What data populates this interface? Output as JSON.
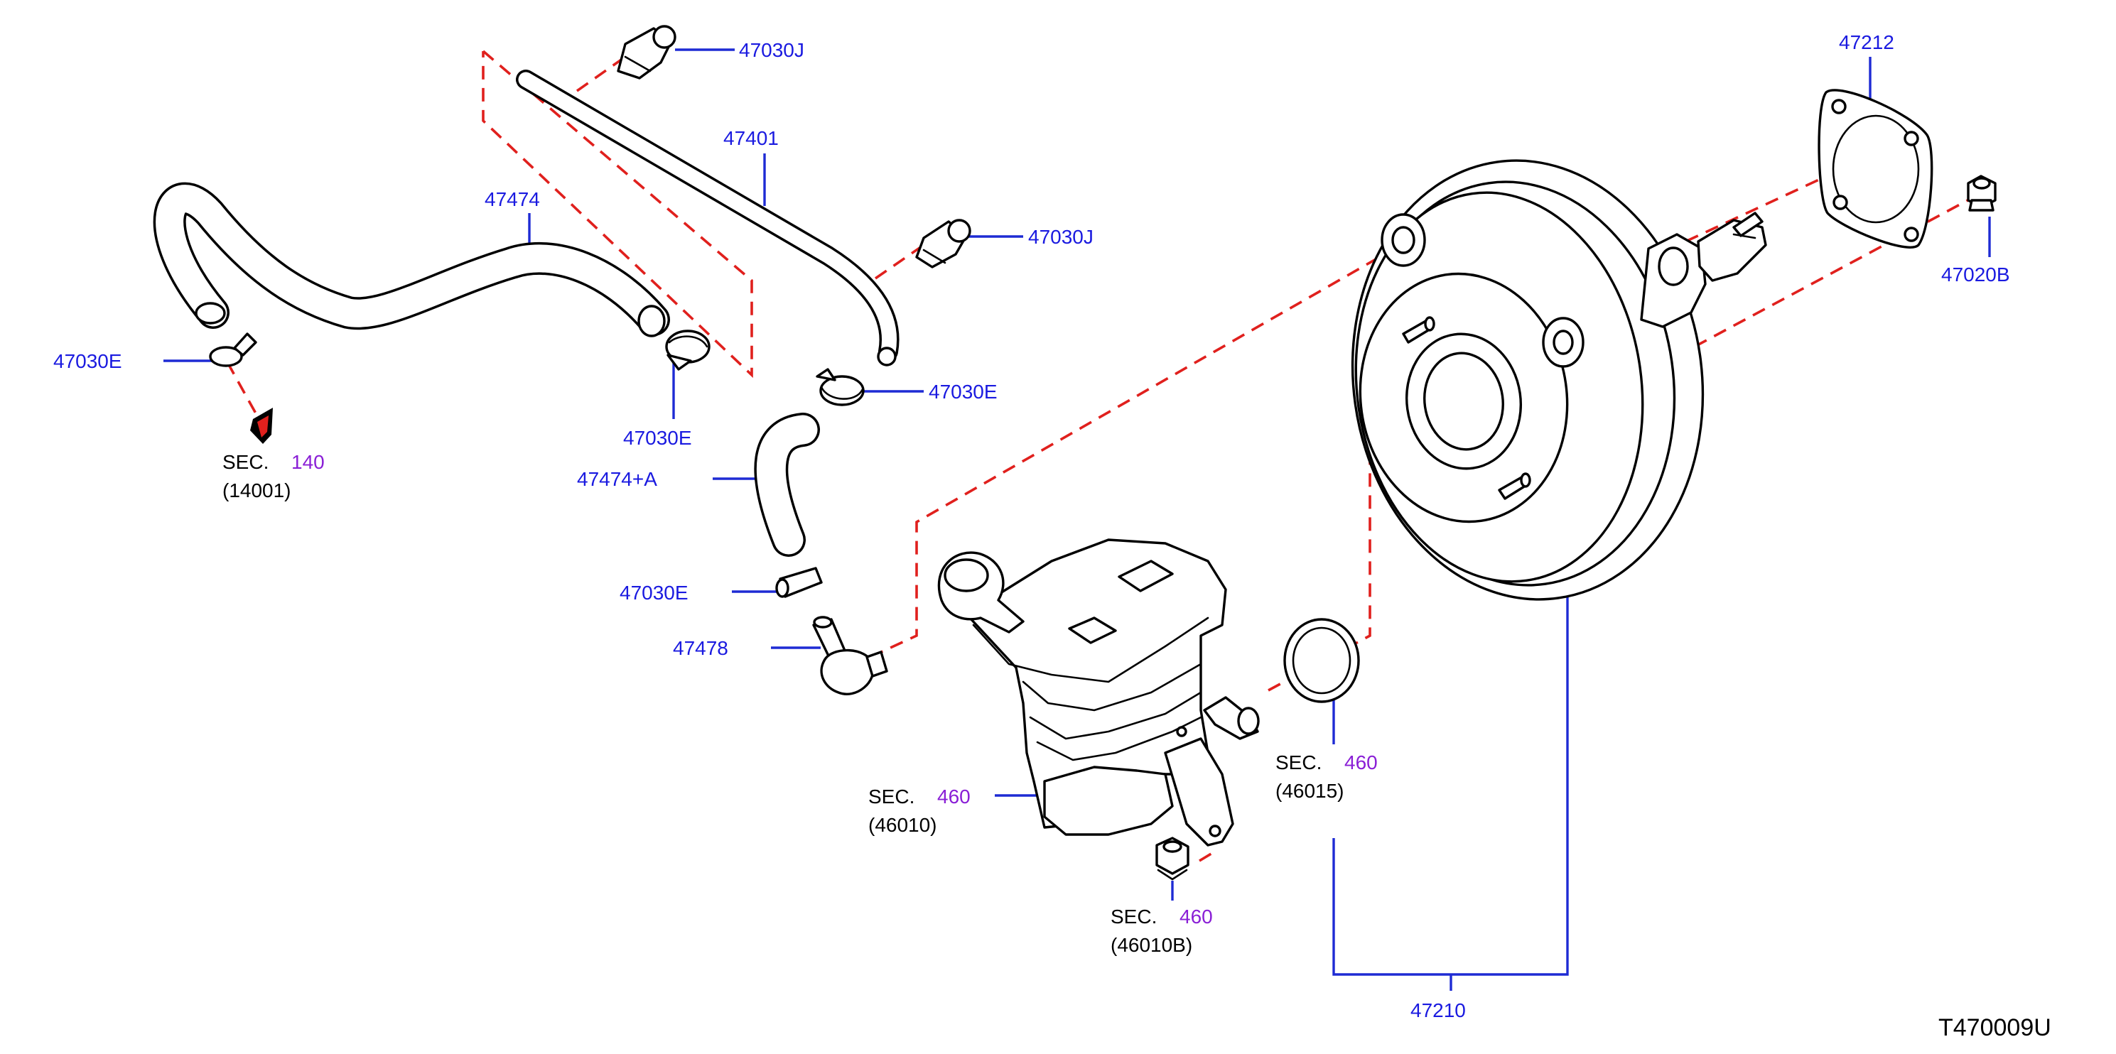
{
  "diagram_code": "T470009U",
  "colors": {
    "part_number_text": "#1a1ae0",
    "section_number_text": "#8a1fd6",
    "leader_lines": "#1e2bd4",
    "dashed_assembly_lines": "#e0201d",
    "part_outline": "#000000"
  },
  "parts": {
    "clip_upper": "47030J",
    "hose_pipe": "47401",
    "clip_pipe_end": "47030J",
    "gasket": "47212",
    "booster_nut": "47020B",
    "vacuum_hose": "47474",
    "clamp_left": "47030E",
    "clamp_mid": "47030E",
    "clamp_right": "47030E",
    "hose_short": "47474+A",
    "clamp_lower": "47030E",
    "check_valve": "47478",
    "brake_booster": "47210"
  },
  "section_refs": {
    "engine": {
      "prefix": "SEC.",
      "number": "140",
      "ref": "(14001)"
    },
    "master_cylinder": {
      "prefix": "SEC.",
      "number": "460",
      "ref": "(46010)"
    },
    "o_ring": {
      "prefix": "SEC.",
      "number": "460",
      "ref": "(46015)"
    },
    "cylinder_nut": {
      "prefix": "SEC.",
      "number": "460",
      "ref": "(46010B)"
    }
  }
}
